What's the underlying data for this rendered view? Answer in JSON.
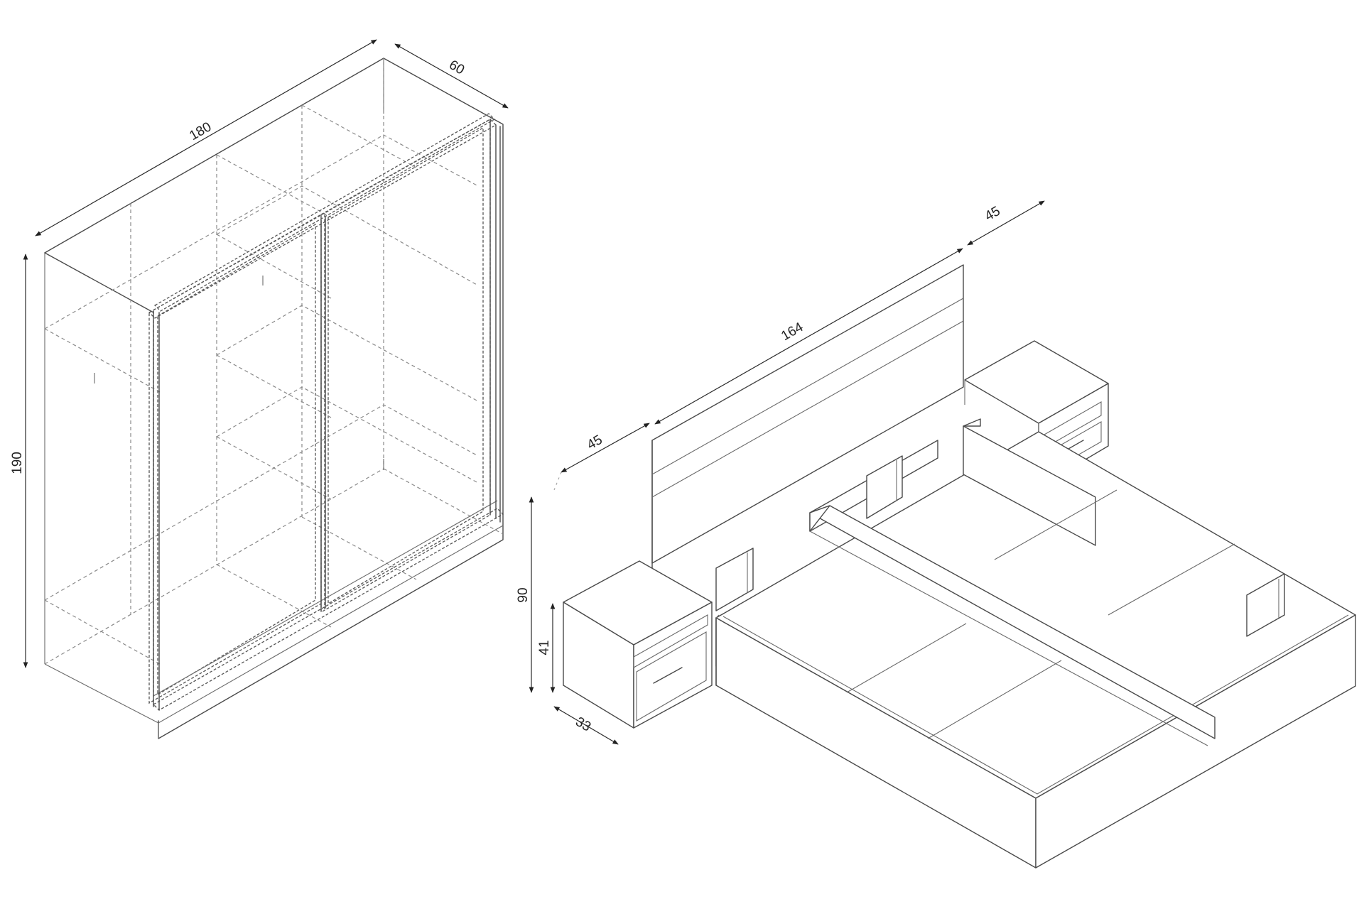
{
  "wardrobe": {
    "width_label": "180",
    "depth_label": "60",
    "height_label": "190"
  },
  "bed": {
    "width_label": "164",
    "nightstand_gap_label_left": "45",
    "nightstand_gap_label_right": "45",
    "headboard_height_label": "90",
    "nightstand_height_label": "41",
    "nightstand_depth_label": "33"
  },
  "colors": {
    "line": "#4a4a4a",
    "hidden_line": "#8a8a8a",
    "background": "#ffffff"
  }
}
